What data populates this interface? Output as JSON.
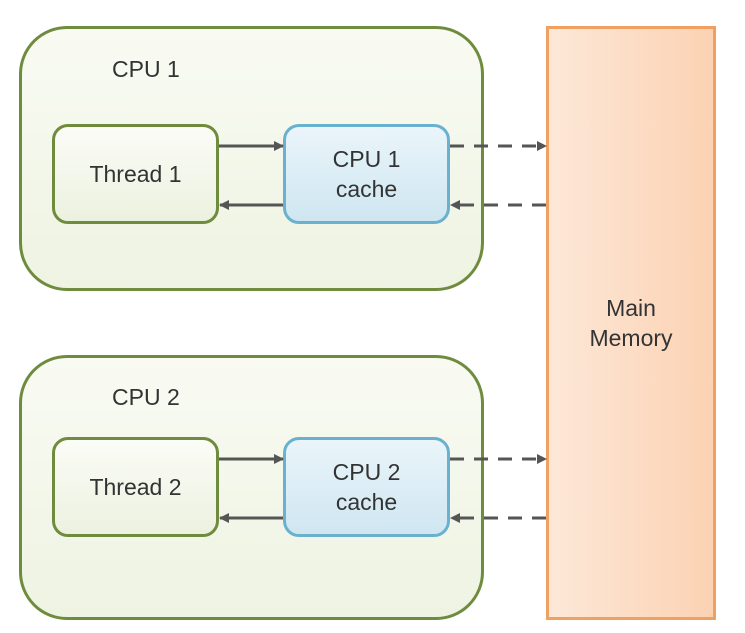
{
  "diagram": {
    "cpus": [
      {
        "label": "CPU 1",
        "thread": "Thread 1",
        "cache_line1": "CPU 1",
        "cache_line2": "cache"
      },
      {
        "label": "CPU 2",
        "thread": "Thread 2",
        "cache_line1": "CPU 2",
        "cache_line2": "cache"
      }
    ],
    "memory": {
      "line1": "Main",
      "line2": "Memory"
    },
    "colors": {
      "cpu_border": "#6f8b3e",
      "cache_border": "#69b1cf",
      "memory_border": "#f0a060",
      "arrow": "#555555"
    }
  }
}
